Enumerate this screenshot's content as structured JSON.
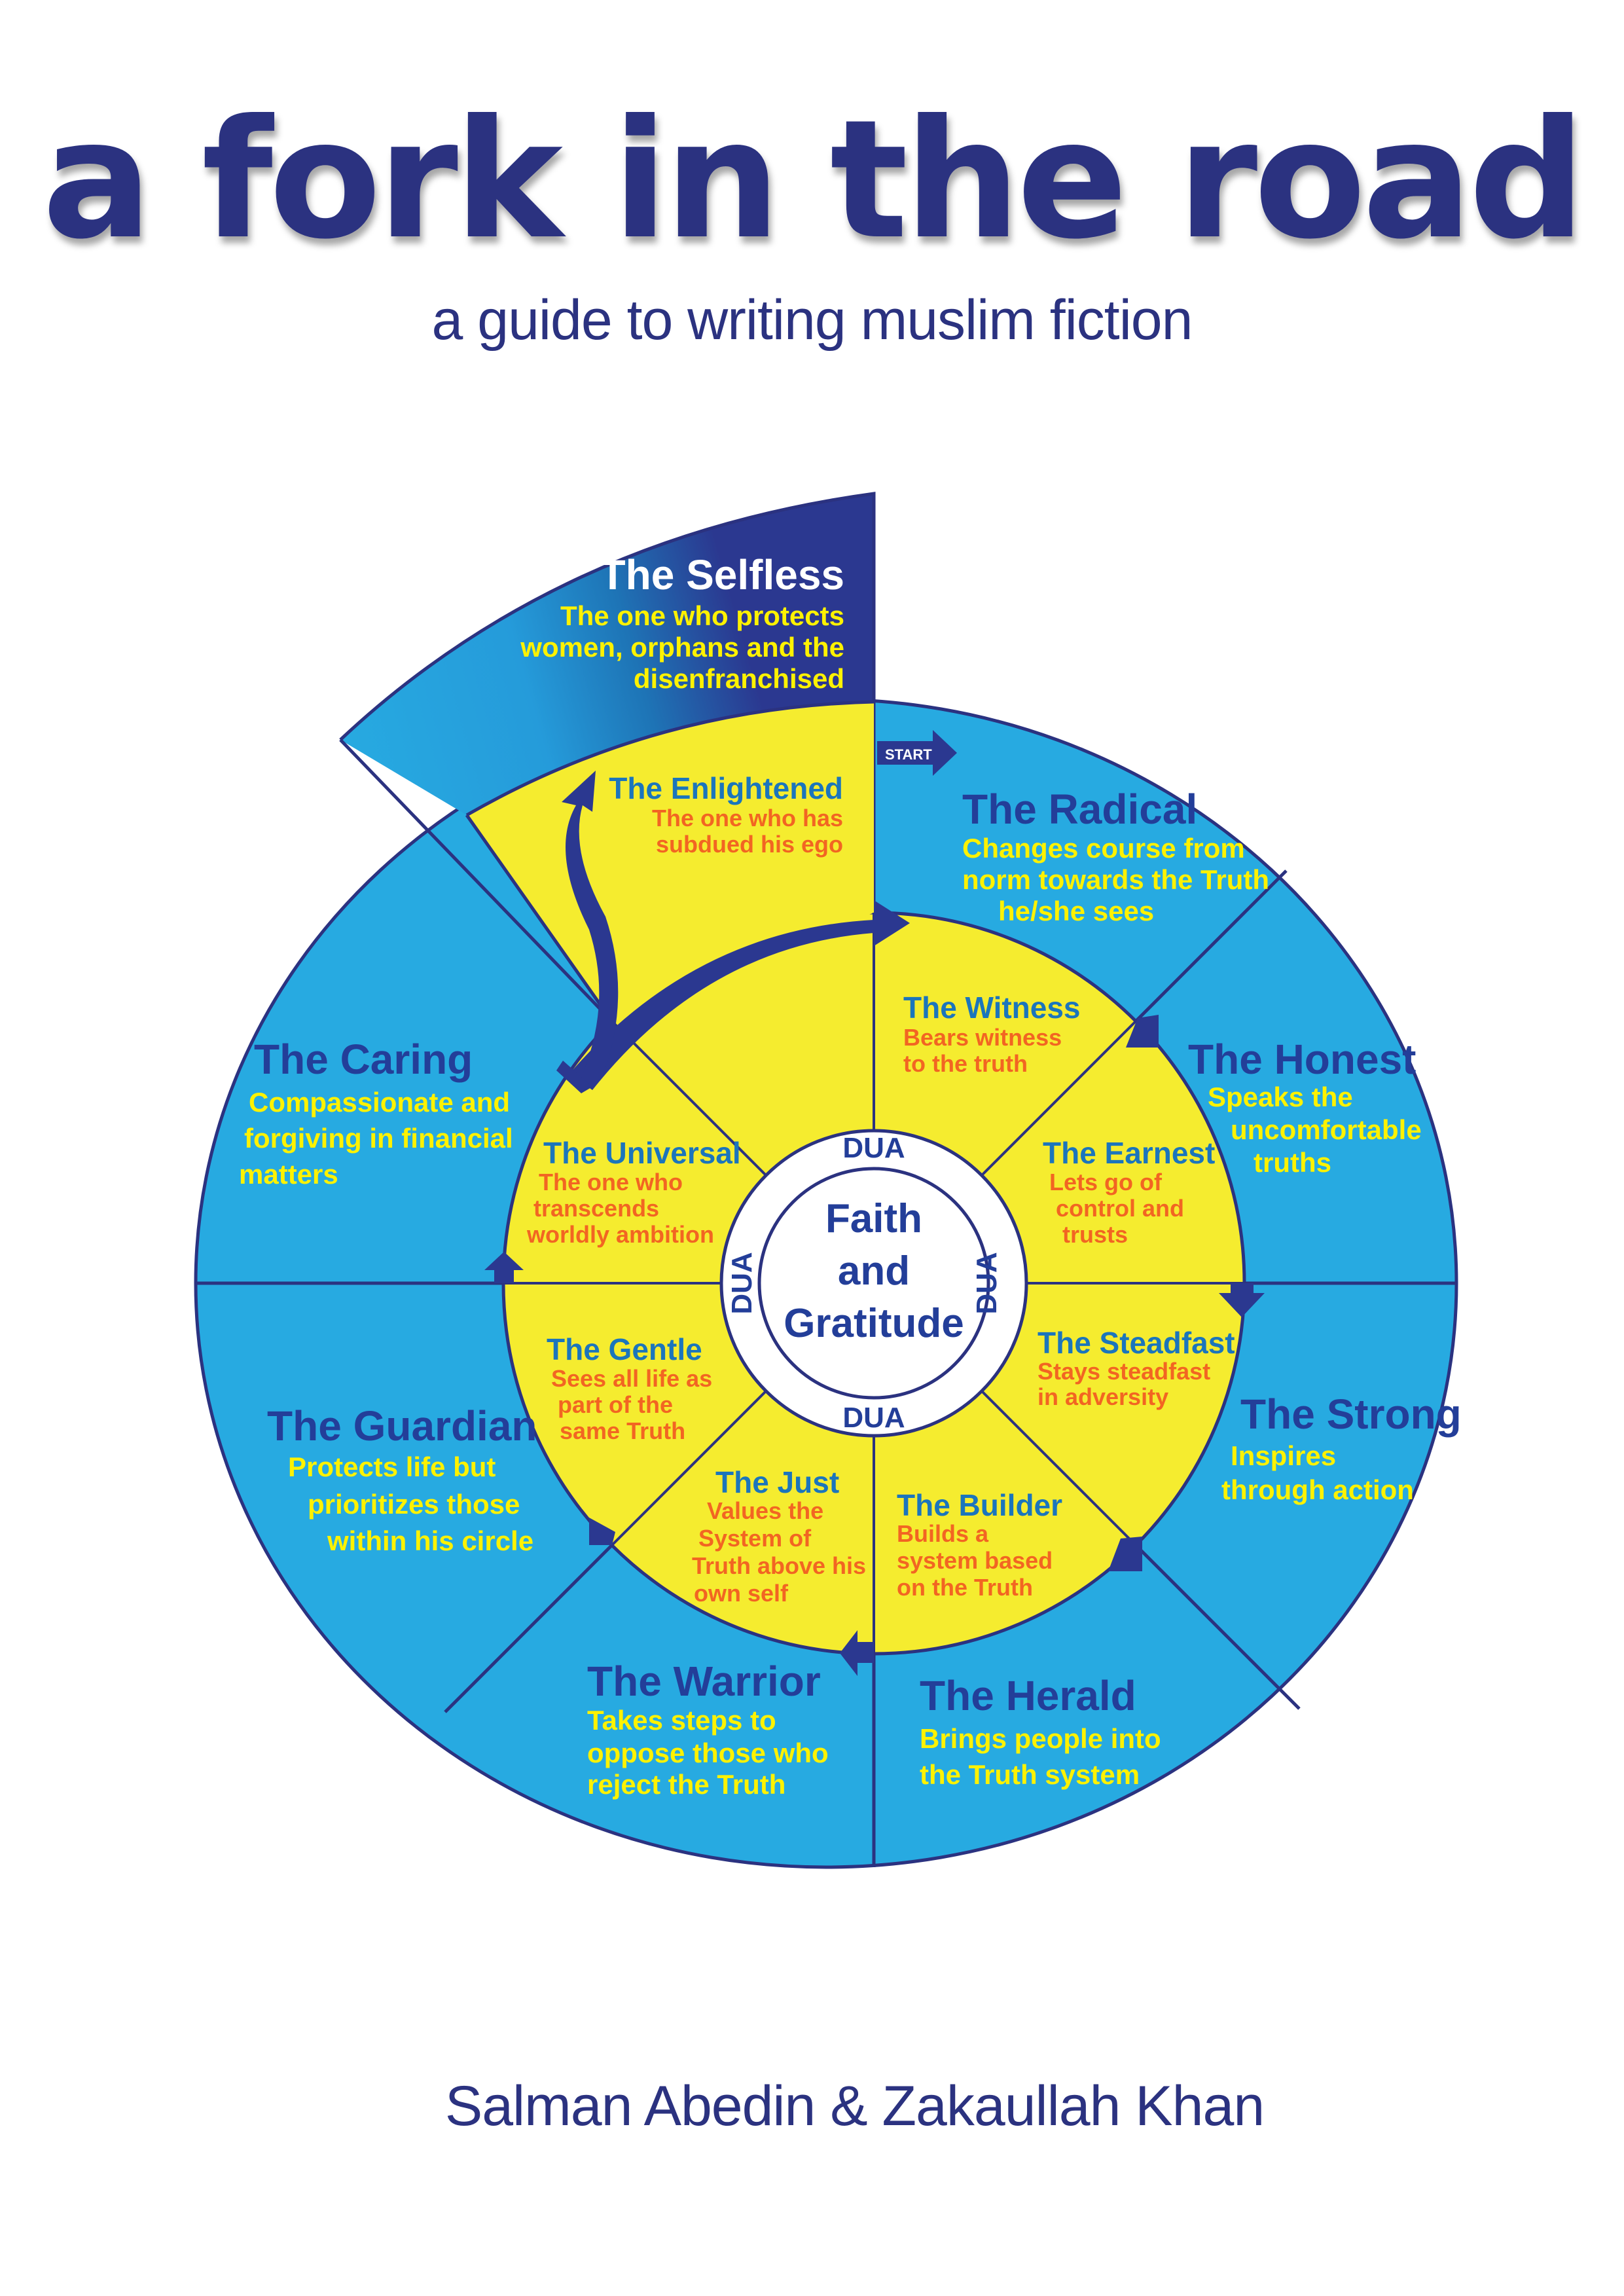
{
  "cover": {
    "title": "a fork in the road",
    "subtitle": "a guide to writing muslim fiction",
    "authors": "Salman Abedin & Zakaullah Khan"
  },
  "colors": {
    "navy": "#2B3280",
    "outer_blue": "#27AAE1",
    "inner_yellow": "#F5EC2F",
    "inner_title": "#1B75BC",
    "inner_desc": "#F26522",
    "outer_title": "#233E99",
    "outer_desc": "#FFF200",
    "center_white": "#FFFFFF"
  },
  "diagram": {
    "center": {
      "lines": [
        "Faith",
        "and",
        "Gratitude"
      ],
      "ring_label": "DUA"
    },
    "start_label": "START",
    "selfless": {
      "title": "The Selfless",
      "desc": [
        "The one who protects",
        "women, orphans and the",
        "disenfranchised"
      ]
    },
    "enlightened": {
      "title": "The Enlightened",
      "desc": [
        "The one who has",
        "subdued his ego"
      ]
    },
    "outer": [
      {
        "title": "The Radical",
        "desc": [
          "Changes course from",
          "norm towards the Truth",
          "he/she sees"
        ]
      },
      {
        "title": "The Honest",
        "desc": [
          "Speaks the",
          "uncomfortable",
          "truths"
        ]
      },
      {
        "title": "The Strong",
        "desc": [
          "Inspires",
          "through action"
        ]
      },
      {
        "title": "The Herald",
        "desc": [
          "Brings people into",
          "the Truth system"
        ]
      },
      {
        "title": "The Warrior",
        "desc": [
          "Takes steps to",
          "oppose those who",
          "reject the Truth"
        ]
      },
      {
        "title": "The Guardian",
        "desc": [
          "Protects life but",
          "prioritizes those",
          "within his circle"
        ]
      },
      {
        "title": "The Caring",
        "desc": [
          "Compassionate and",
          "forgiving in financial",
          "matters"
        ]
      }
    ],
    "inner": [
      {
        "title": "The Witness",
        "desc": [
          "Bears witness",
          "to the truth"
        ]
      },
      {
        "title": "The Earnest",
        "desc": [
          "Lets go of",
          "control and",
          "trusts"
        ]
      },
      {
        "title": "The Steadfast",
        "desc": [
          "Stays steadfast",
          "in adversity"
        ]
      },
      {
        "title": "The Builder",
        "desc": [
          "Builds a",
          "system based",
          "on the Truth"
        ]
      },
      {
        "title": "The Just",
        "desc": [
          "Values the",
          "System of",
          "Truth above his",
          "own self"
        ]
      },
      {
        "title": "The Gentle",
        "desc": [
          "Sees all life as",
          "part of the",
          "same Truth"
        ]
      },
      {
        "title": "The Universal",
        "desc": [
          "The one who",
          "transcends",
          "worldly ambition"
        ]
      }
    ]
  }
}
